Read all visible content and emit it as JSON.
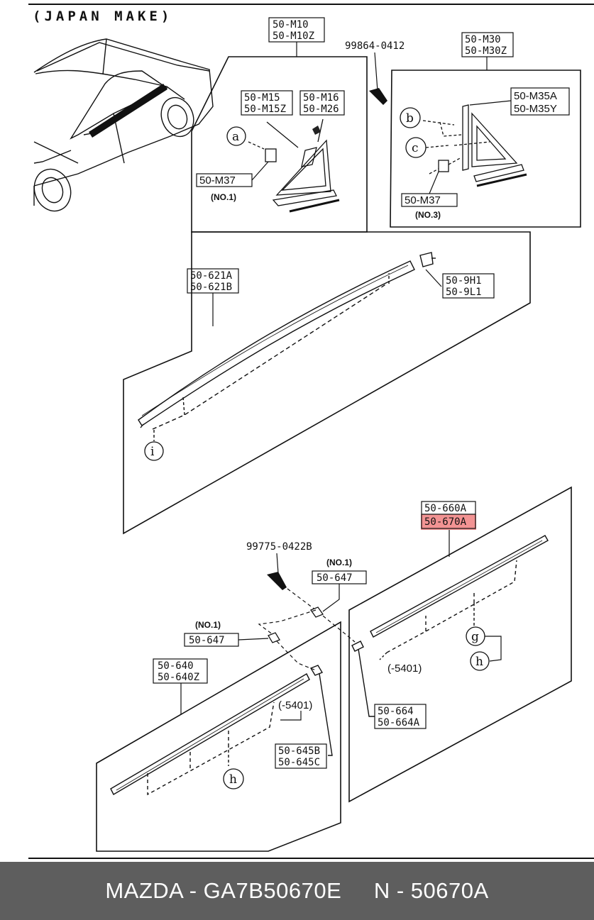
{
  "header": {
    "title": "(JAPAN MAKE)"
  },
  "labels": {
    "m10": [
      "50-M10",
      "50-M10Z"
    ],
    "m30": [
      "50-M30",
      "50-M30Z"
    ],
    "m15": [
      "50-M15",
      "50-M15Z"
    ],
    "m16": [
      "50-M16",
      "50-M26"
    ],
    "m35": [
      "50-M35A",
      "50-M35Y"
    ],
    "m37_left": "50-M37",
    "m37_right": "50-M37",
    "no1_left": "(NO.1)",
    "no3": "(NO.3)",
    "bolt_top": "99864-0412",
    "p621": [
      "50-621A",
      "50-621B"
    ],
    "p9h": [
      "50-9H1",
      "50-9L1"
    ],
    "p660": [
      "50-660A",
      "50-670A"
    ],
    "bolt_mid": "99775-0422B",
    "no1_mid": "(NO.1)",
    "p647_mid": "50-647",
    "no1_left2": "(NO.1)",
    "p647_left": "50-647",
    "p640": [
      "50-640",
      "50-640Z"
    ],
    "ref5401_right": "(-5401)",
    "ref5401_left": "(-5401)",
    "p664": [
      "50-664",
      "50-664A"
    ],
    "p645": [
      "50-645B",
      "50-645C"
    ]
  },
  "callouts": {
    "a": "a",
    "b": "b",
    "c": "c",
    "i": "i",
    "g": "g",
    "h_right": "h",
    "h_left": "h"
  },
  "footer": {
    "brand": "MAZDA - GA7B50670E",
    "part": "N - 50670A"
  },
  "colors": {
    "highlight": "#f08080",
    "footer_bg": "#5e5e5e"
  }
}
